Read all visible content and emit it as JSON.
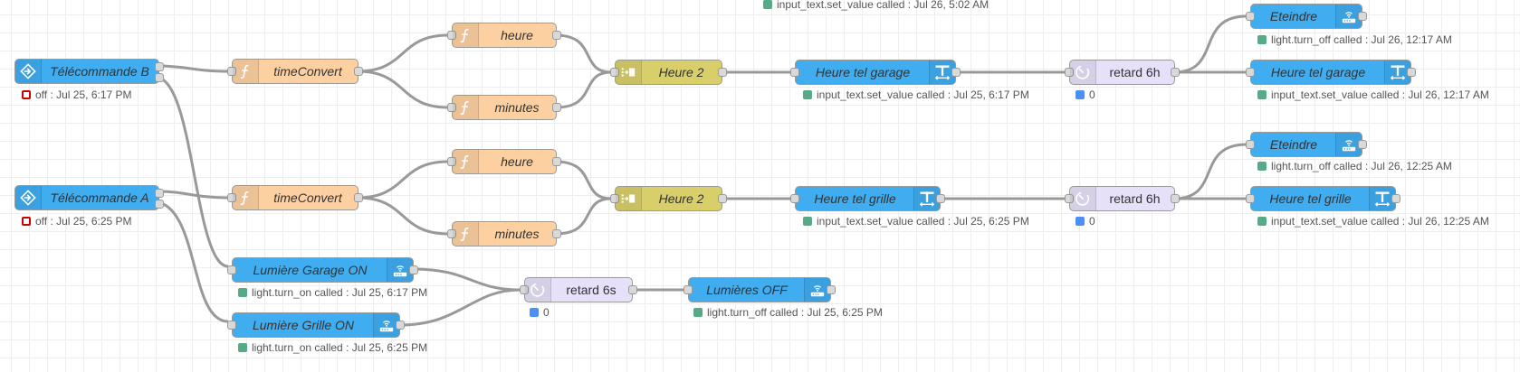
{
  "colors": {
    "remote_node": "#3fadf0",
    "function_node": "#fdd0a2",
    "join_node": "#d8cf6a",
    "delay_node": "#e6e0f8",
    "action_node": "#3fadf0",
    "status_green": "#55aa88",
    "status_blue": "#4d8ff7",
    "status_red": "#cc0000"
  },
  "top_status": "input_text.set_value called : Jul 26, 5:02 AM",
  "nodes": {
    "telecommande_b": {
      "label": "Télécommande B",
      "status": "off : Jul 25, 6:17 PM",
      "icon": "trigger-icon"
    },
    "timeconvert_b": {
      "label": "timeConvert",
      "icon": "function-icon"
    },
    "heure_b": {
      "label": "heure",
      "icon": "function-icon"
    },
    "minutes_b": {
      "label": "minutes",
      "icon": "function-icon"
    },
    "heure2_b": {
      "label": "Heure 2",
      "icon": "join-icon"
    },
    "heure_tel_garage": {
      "label": "Heure tel garage",
      "status": "input_text.set_value called : Jul 25, 6:17 PM",
      "icon": "text-input-icon"
    },
    "retard_6h_b": {
      "label": "retard 6h",
      "status": "0",
      "icon": "timer-icon"
    },
    "eteindre_b": {
      "label": "Eteindre",
      "status": "light.turn_off called : Jul 26, 12:17 AM",
      "icon": "router-icon"
    },
    "heure_tel_garage_2": {
      "label": "Heure tel garage",
      "status": "input_text.set_value called : Jul 26, 12:17 AM",
      "icon": "text-input-icon"
    },
    "telecommande_a": {
      "label": "Télécommande A",
      "status": "off : Jul 25, 6:25 PM",
      "icon": "trigger-icon"
    },
    "timeconvert_a": {
      "label": "timeConvert",
      "icon": "function-icon"
    },
    "heure_a": {
      "label": "heure",
      "icon": "function-icon"
    },
    "minutes_a": {
      "label": "minutes",
      "icon": "function-icon"
    },
    "heure2_a": {
      "label": "Heure 2",
      "icon": "join-icon"
    },
    "heure_tel_grille": {
      "label": "Heure tel grille",
      "status": "input_text.set_value called : Jul 25, 6:25 PM",
      "icon": "text-input-icon"
    },
    "retard_6h_a": {
      "label": "retard 6h",
      "status": "0",
      "icon": "timer-icon"
    },
    "eteindre_a": {
      "label": "Eteindre",
      "status": "light.turn_off called : Jul 26, 12:25 AM",
      "icon": "router-icon"
    },
    "heure_tel_grille_2": {
      "label": "Heure tel grille",
      "status": "input_text.set_value called : Jul 26, 12:25 AM",
      "icon": "text-input-icon"
    },
    "lumiere_garage_on": {
      "label": "Lumière Garage ON",
      "status": "light.turn_on called : Jul 25, 6:17 PM",
      "icon": "router-icon"
    },
    "lumiere_grille_on": {
      "label": "Lumière Grille ON",
      "status": "light.turn_on called : Jul 25, 6:25 PM",
      "icon": "router-icon"
    },
    "retard_6s": {
      "label": "retard 6s",
      "status": "0",
      "icon": "timer-icon"
    },
    "lumieres_off": {
      "label": "Lumières OFF",
      "status": "light.turn_off called : Jul 25, 6:25 PM",
      "icon": "router-icon"
    }
  }
}
